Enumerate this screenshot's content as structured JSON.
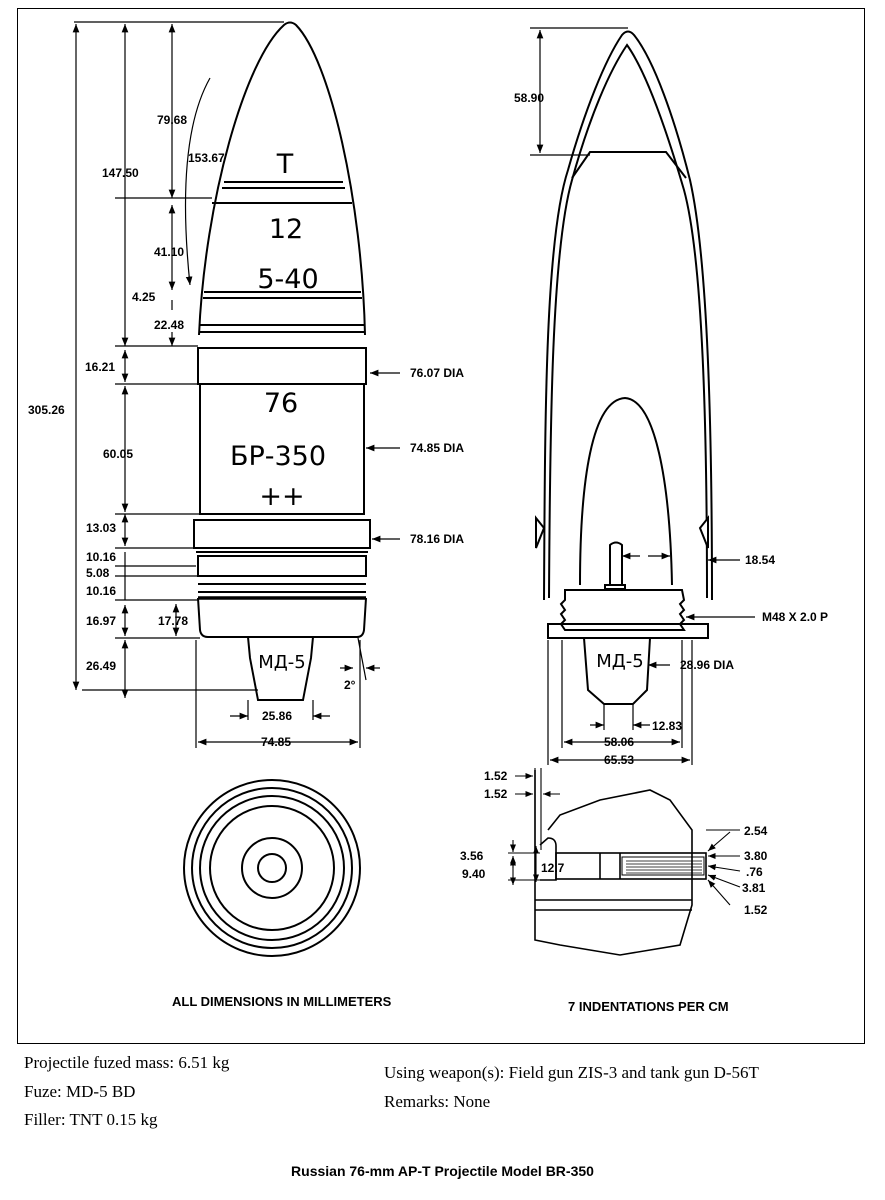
{
  "marks": {
    "nose": "T",
    "lot": "12",
    "year": "5-40",
    "caliber": "76",
    "model": "БР-350",
    "crosses": "++",
    "fuze": "МД-5",
    "fuze_section": "МД-5"
  },
  "dims_left": {
    "d79_68": "79.68",
    "d153_67": "153.67",
    "d147_50": "147.50",
    "d41_10": "41.10",
    "d4_25": "4.25",
    "d22_48": "22.48",
    "d16_21": "16.21",
    "d305_26": "305.26",
    "d60_05": "60.05",
    "d13_03": "13.03",
    "d10_16a": "10.16",
    "d5_08": "5.08",
    "d10_16b": "10.16",
    "d16_97": "16.97",
    "d17_78": "17.78",
    "d26_49": "26.49",
    "d25_86": "25.86",
    "d74_85": "74.85",
    "angle": "2°"
  },
  "dia_labels": {
    "d76_07": "76.07 DIA",
    "d74_85": "74.85 DIA",
    "d78_16": "78.16 DIA"
  },
  "dims_right": {
    "d58_90": "58.90",
    "d18_54": "18.54",
    "thread": "M48 X 2.0 P",
    "d28_96": "28.96 DIA",
    "d12_83": "12.83",
    "d58_06": "58.06",
    "d65_53": "65.53"
  },
  "dims_detail": {
    "a1_52": "1.52",
    "b1_52": "1.52",
    "d3_56": "3.56",
    "d9_40": "9.40",
    "d12_7": "12.7",
    "d2_54": "2.54",
    "d3_80": "3.80",
    "d_76": ".76",
    "d3_81": "3.81",
    "c1_52": "1.52"
  },
  "captions": {
    "all_dims": "ALL DIMENSIONS IN MILLIMETERS",
    "indentations": "7 INDENTATIONS PER CM"
  },
  "info": {
    "mass": "Projectile fuzed mass:  6.51 kg",
    "fuze": "Fuze:  MD-5 BD",
    "filler": "Filler:  TNT 0.15 kg",
    "weapons": "Using weapon(s):  Field gun ZIS-3 and tank gun D-56T",
    "remarks": "Remarks:  None"
  },
  "title": "Russian 76-mm AP-T Projectile Model BR-350"
}
